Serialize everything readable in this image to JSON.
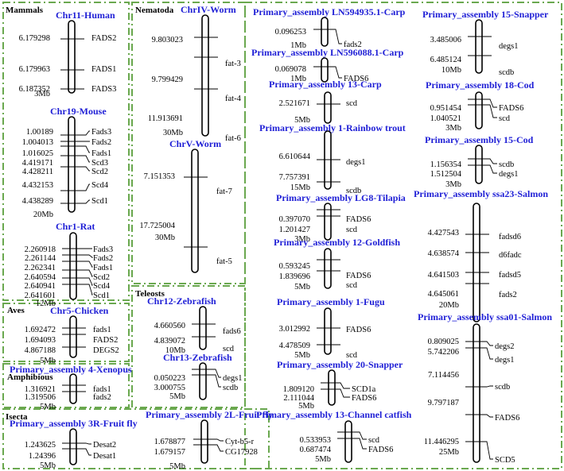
{
  "colors": {
    "border": "#6aa84f",
    "title": "#1f1fd6",
    "text": "#000000",
    "chromosome": "#000000"
  },
  "groups": [
    {
      "id": "mammals",
      "label": "Mammals"
    },
    {
      "id": "nematoda",
      "label": "Nematoda"
    },
    {
      "id": "aves",
      "label": "Aves"
    },
    {
      "id": "amphibious",
      "label": "Amphibious"
    },
    {
      "id": "teleosts",
      "label": "Teleosts"
    },
    {
      "id": "isecta",
      "label": "Isecta"
    }
  ],
  "chromosomes": [
    {
      "id": "human-chr11",
      "title": "Chr11-Human",
      "scale": "3Mb",
      "positions": [
        "6.179298",
        "6.179963",
        "6.187352"
      ],
      "genes": [
        "FADS2",
        "FADS1",
        "FADS3"
      ]
    },
    {
      "id": "mouse-chr19",
      "title": "Chr19-Mouse",
      "scale": "20Mb",
      "positions": [
        "1.00189",
        "1.004013",
        "1.016025",
        "4.419171",
        "4.428211",
        "4.432153",
        "4.438289"
      ],
      "genes": [
        "Fads3",
        "Fads2",
        "Fads1",
        "Scd3",
        "Scd2",
        "Scd4",
        "Scd1"
      ]
    },
    {
      "id": "rat-chr1",
      "title": "Chr1-Rat",
      "scale": "12Mb",
      "positions": [
        "2.260918",
        "2.261144",
        "2.262341",
        "2.640594",
        "2.640941",
        "2.641601"
      ],
      "genes": [
        "Fads3",
        "Fads2",
        "Fads1",
        "Scd2",
        "Scd4",
        "Scd1"
      ]
    },
    {
      "id": "chicken-chr5",
      "title": "Chr5-Chicken",
      "scale": "5Mb",
      "positions": [
        "1.692472",
        "1.694093",
        "4.867188"
      ],
      "genes": [
        "fads1",
        "FADS2",
        "DEGS2"
      ]
    },
    {
      "id": "xenopus-pa4",
      "title": "Primary_assembly 4-Xenopus",
      "scale": "5Mb",
      "positions": [
        "1.316921",
        "1.319506"
      ],
      "genes": [
        "fads1",
        "fads2"
      ]
    },
    {
      "id": "worm-chriv",
      "title": "ChrIV-Worm",
      "scale": "30Mb",
      "positions": [
        "9.803023",
        "9.799429",
        "11.913691"
      ],
      "genes": [
        "fat-3",
        "fat-4",
        "fat-6"
      ]
    },
    {
      "id": "worm-chrv",
      "title": "ChrV-Worm",
      "scale": "30Mb",
      "positions": [
        "7.151353",
        "17.725004"
      ],
      "genes": [
        "fat-7",
        "fat-5"
      ]
    },
    {
      "id": "zebrafish-chr12",
      "title": "Chr12-Zebrafish",
      "scale": "10Mb",
      "positions": [
        "4.660560",
        "4.839072"
      ],
      "genes": [
        "fads6",
        "scd"
      ]
    },
    {
      "id": "zebrafish-chr13",
      "title": "Chr13-Zebrafish",
      "scale": "5Mb",
      "positions": [
        "0.050223",
        "3.000755"
      ],
      "genes": [
        "degs1",
        "scdb"
      ]
    },
    {
      "id": "fruitfly-3r",
      "title": "Primary_assembly 3R-Fruit fly",
      "scale": "5Mb",
      "positions": [
        "1.243625",
        "1.24396"
      ],
      "genes": [
        "Desat2",
        "Desat1"
      ]
    },
    {
      "id": "fruitfly-2l",
      "title": "Primary_assembly 2L-Fruit fly",
      "scale": "5Mb",
      "positions": [
        "1.678877",
        "1.679157"
      ],
      "genes": [
        "Cyt-b5-r",
        "CG17928"
      ]
    },
    {
      "id": "carp-ln594935",
      "title": "Primary_assembly LN594935.1-Carp",
      "scale": "1Mb",
      "positions": [
        "0.096253"
      ],
      "genes": [
        "fads2"
      ]
    },
    {
      "id": "carp-ln596088",
      "title": "Primary_assembly LN596088.1-Carp",
      "scale": "1Mb",
      "positions": [
        "0.069078"
      ],
      "genes": [
        "FADS6"
      ]
    },
    {
      "id": "carp-pa13",
      "title": "Primary_assembly 13-Carp",
      "scale": "5Mb",
      "positions": [
        "2.521671"
      ],
      "genes": [
        "scd"
      ]
    },
    {
      "id": "trout-pa1",
      "title": "Primary_assembly 1-Rainbow trout",
      "scale": "15Mb",
      "positions": [
        "6.610644",
        "7.757391"
      ],
      "genes": [
        "degs1",
        "scdb"
      ]
    },
    {
      "id": "tilapia-lg8",
      "title": "Primary_assembly LG8-Tilapia",
      "scale": "3Mb",
      "positions": [
        "0.397070",
        "1.201427"
      ],
      "genes": [
        "FADS6",
        "scd"
      ]
    },
    {
      "id": "goldfish-pa12",
      "title": "Primary_assembly 12-Goldfish",
      "scale": "5Mb",
      "positions": [
        "0.593245",
        "1.839696"
      ],
      "genes": [
        "FADS6",
        "scd"
      ]
    },
    {
      "id": "fugu-pa1",
      "title": "Primary_assembly 1-Fugu",
      "scale": "5Mb",
      "positions": [
        "3.012992",
        "4.478509"
      ],
      "genes": [
        "FADS6",
        "scd"
      ]
    },
    {
      "id": "snapper-pa20",
      "title": "Primary_assembly 20-Snapper",
      "scale": "5Mb",
      "positions": [
        "1.809120",
        "2.111044"
      ],
      "genes": [
        "SCD1a",
        "FADS6"
      ]
    },
    {
      "id": "catfish-pa13",
      "title": "Primary_assembly 13-Channel catfish",
      "scale": "5Mb",
      "positions": [
        "0.533953",
        "0.687474"
      ],
      "genes": [
        "scd",
        "FADS6"
      ]
    },
    {
      "id": "snapper-pa15",
      "title": "Primary_assembly 15-Snapper",
      "scale": "10Mb",
      "positions": [
        "3.485006",
        "6.485124"
      ],
      "genes": [
        "degs1",
        "scdb"
      ]
    },
    {
      "id": "cod-pa18",
      "title": "Primary_assembly 18-Cod",
      "scale": "3Mb",
      "positions": [
        "0.951454",
        "1.040521"
      ],
      "genes": [
        "FADS6",
        "scd"
      ]
    },
    {
      "id": "cod-pa15",
      "title": "Primary_assembly 15-Cod",
      "scale": "3Mb",
      "positions": [
        "1.156354",
        "1.512504"
      ],
      "genes": [
        "scdb",
        "degs1"
      ]
    },
    {
      "id": "salmon-ssa23",
      "title": "Primary_assembly ssa23-Salmon",
      "scale": "20Mb",
      "positions": [
        "4.427543",
        "4.638574",
        "4.641503",
        "4.645061"
      ],
      "genes": [
        "fadsd6",
        "d6fadc",
        "fadsd5",
        "fads2"
      ]
    },
    {
      "id": "salmon-ssa01",
      "title": "Primary_assembly ssa01-Salmon",
      "scale": "25Mb",
      "positions": [
        "0.809025",
        "5.742206",
        "7.114456",
        "9.797187",
        "11.446295"
      ],
      "genes": [
        "degs2",
        "degs1",
        "scdb",
        "FADS6",
        "SCD5"
      ]
    }
  ]
}
